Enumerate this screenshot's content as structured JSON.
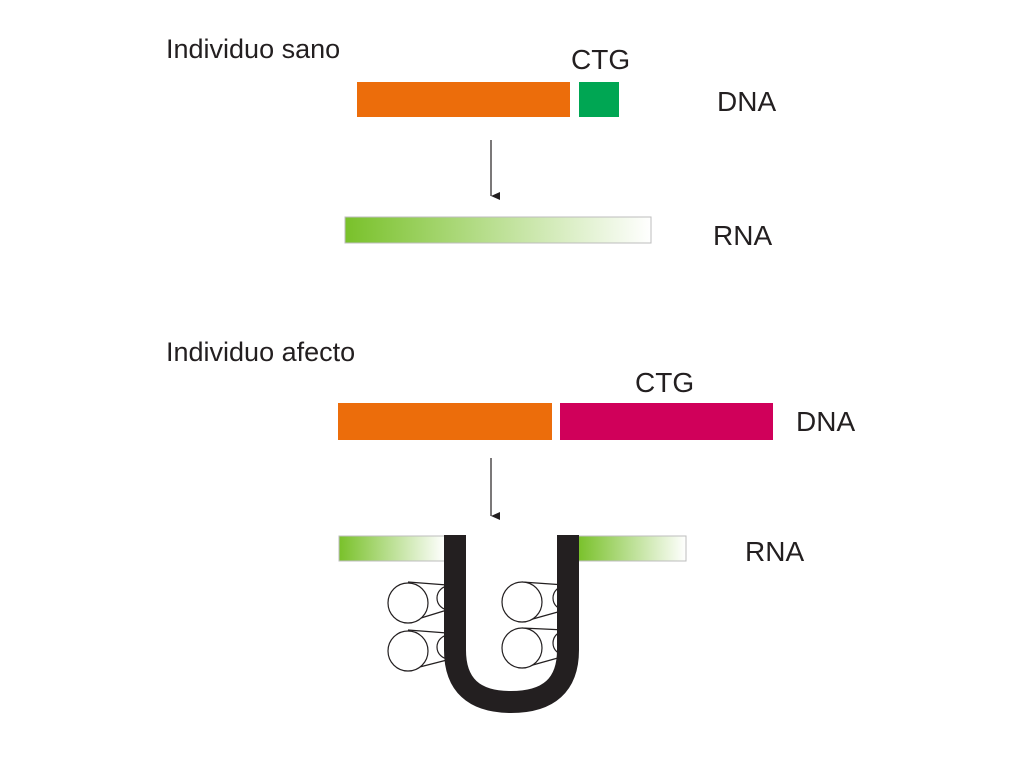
{
  "healthy": {
    "title": "Individuo sano",
    "repeat_label": "CTG",
    "dna_label": "DNA",
    "rna_label": "RNA"
  },
  "affected": {
    "title": "Individuo afecto",
    "repeat_label": "CTG",
    "dna_label": "DNA",
    "rna_label": "RNA"
  },
  "colors": {
    "flank_dna": "#ec6d0b",
    "normal_repeat": "#00a653",
    "expanded_repeat": "#d0005a",
    "rna_start": "#79c12a",
    "rna_end": "#ffffff",
    "hairpin": "#231f20",
    "outline": "#231f20"
  }
}
